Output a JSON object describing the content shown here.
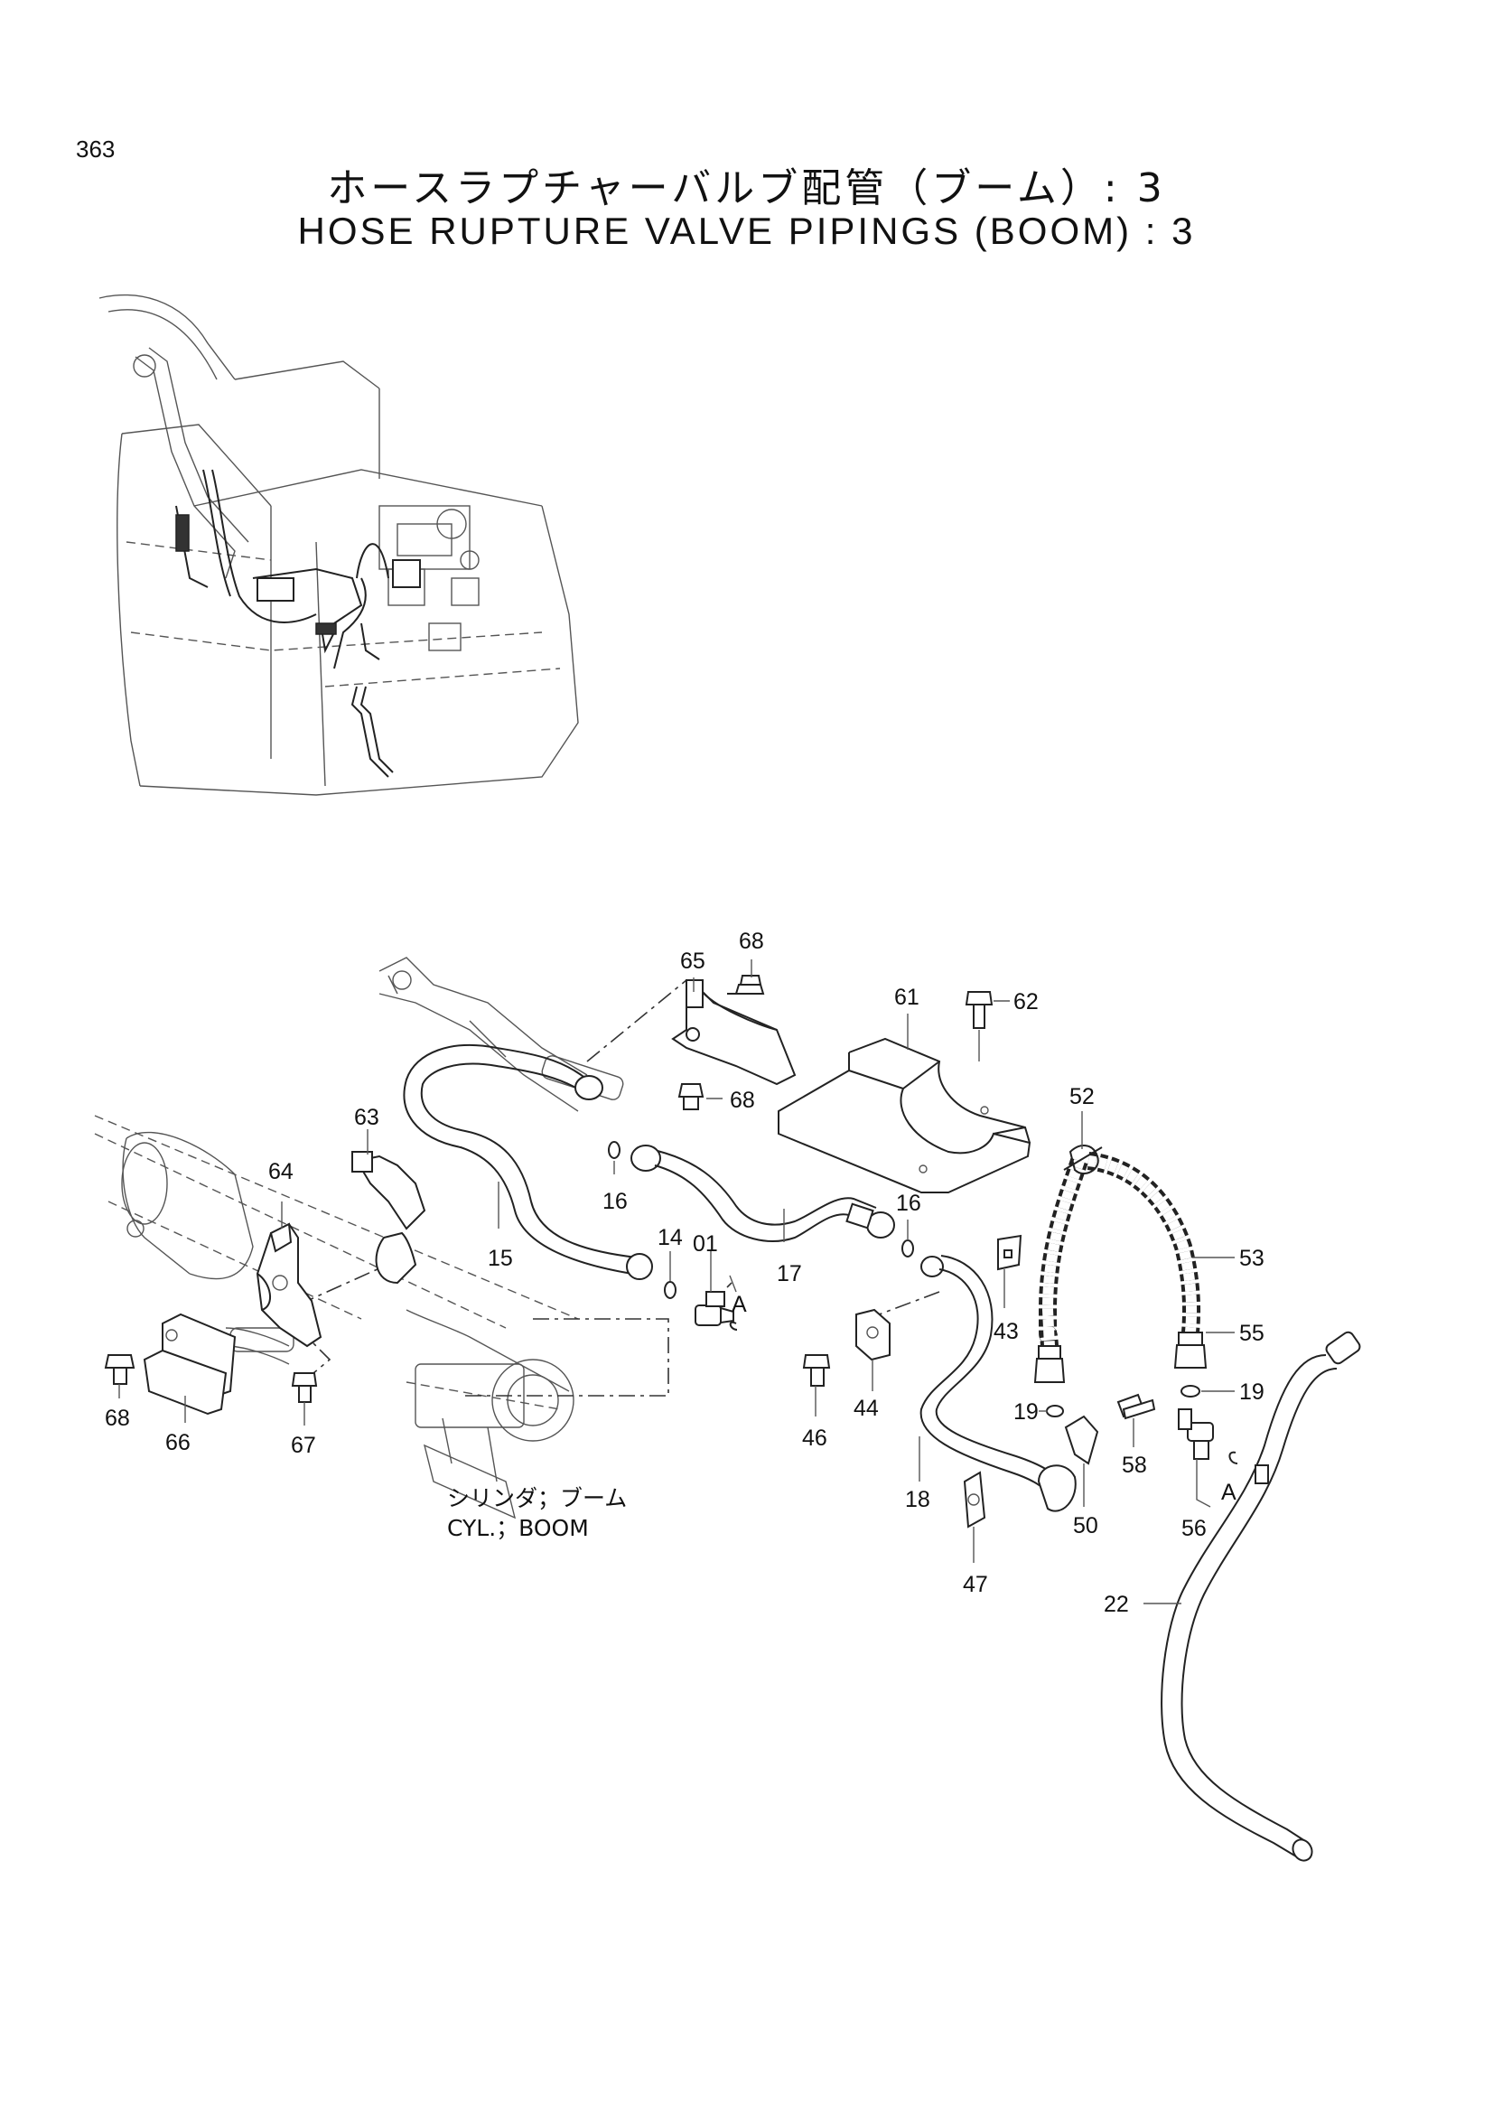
{
  "page": {
    "number": "363",
    "title_ja": "ホースラプチャーバルブ配管（ブーム）: 3",
    "title_en": "HOSE RUPTURE VALVE PIPINGS (BOOM) : 3"
  },
  "callouts": {
    "p01": "01",
    "p14": "14",
    "p15": "15",
    "p16a": "16",
    "p16b": "16",
    "p17": "17",
    "p18": "18",
    "p19a": "19",
    "p19b": "19",
    "p22": "22",
    "p43": "43",
    "p44": "44",
    "p46": "46",
    "p47": "47",
    "p50": "50",
    "p52": "52",
    "p53": "53",
    "p55": "55",
    "p56": "56",
    "p58": "58",
    "p61": "61",
    "p62": "62",
    "p63": "63",
    "p64": "64",
    "p65": "65",
    "p66": "66",
    "p67": "67",
    "p68a": "68",
    "p68b": "68",
    "p68c": "68",
    "refA1": "A",
    "refA2": "A"
  },
  "notes": {
    "cylinder_ja": "シリンダ；ブーム",
    "cylinder_en": "CYL.；BOOM"
  }
}
